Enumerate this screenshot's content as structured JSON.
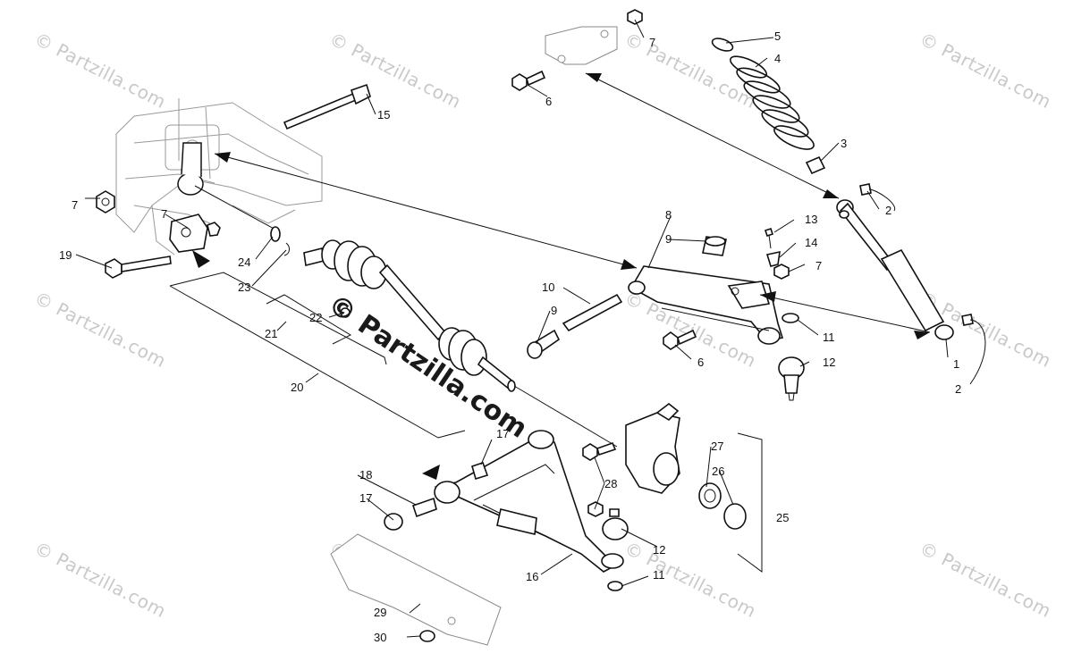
{
  "watermark": "© Partzilla.com",
  "watermark_center": "© Partzilla.com",
  "callouts": [
    {
      "id": "c1",
      "text": "1"
    },
    {
      "id": "c2a",
      "text": "2"
    },
    {
      "id": "c2b",
      "text": "2"
    },
    {
      "id": "c3",
      "text": "3"
    },
    {
      "id": "c4",
      "text": "4"
    },
    {
      "id": "c5",
      "text": "5"
    },
    {
      "id": "c6a",
      "text": "6"
    },
    {
      "id": "c6b",
      "text": "6"
    },
    {
      "id": "c7a",
      "text": "7"
    },
    {
      "id": "c7b",
      "text": "7"
    },
    {
      "id": "c7c",
      "text": "7"
    },
    {
      "id": "c7d",
      "text": "7"
    },
    {
      "id": "c8",
      "text": "8"
    },
    {
      "id": "c9a",
      "text": "9"
    },
    {
      "id": "c9b",
      "text": "9"
    },
    {
      "id": "c10",
      "text": "10"
    },
    {
      "id": "c11a",
      "text": "11"
    },
    {
      "id": "c11b",
      "text": "11"
    },
    {
      "id": "c12a",
      "text": "12"
    },
    {
      "id": "c12b",
      "text": "12"
    },
    {
      "id": "c13",
      "text": "13"
    },
    {
      "id": "c14",
      "text": "14"
    },
    {
      "id": "c15",
      "text": "15"
    },
    {
      "id": "c16",
      "text": "16"
    },
    {
      "id": "c17a",
      "text": "17"
    },
    {
      "id": "c17b",
      "text": "17"
    },
    {
      "id": "c18",
      "text": "18"
    },
    {
      "id": "c19",
      "text": "19"
    },
    {
      "id": "c20",
      "text": "20"
    },
    {
      "id": "c21",
      "text": "21"
    },
    {
      "id": "c22",
      "text": "22"
    },
    {
      "id": "c23",
      "text": "23"
    },
    {
      "id": "c24",
      "text": "24"
    },
    {
      "id": "c25",
      "text": "25"
    },
    {
      "id": "c26",
      "text": "26"
    },
    {
      "id": "c27",
      "text": "27"
    },
    {
      "id": "c28",
      "text": "28"
    },
    {
      "id": "c29",
      "text": "29"
    },
    {
      "id": "c30",
      "text": "30"
    }
  ]
}
